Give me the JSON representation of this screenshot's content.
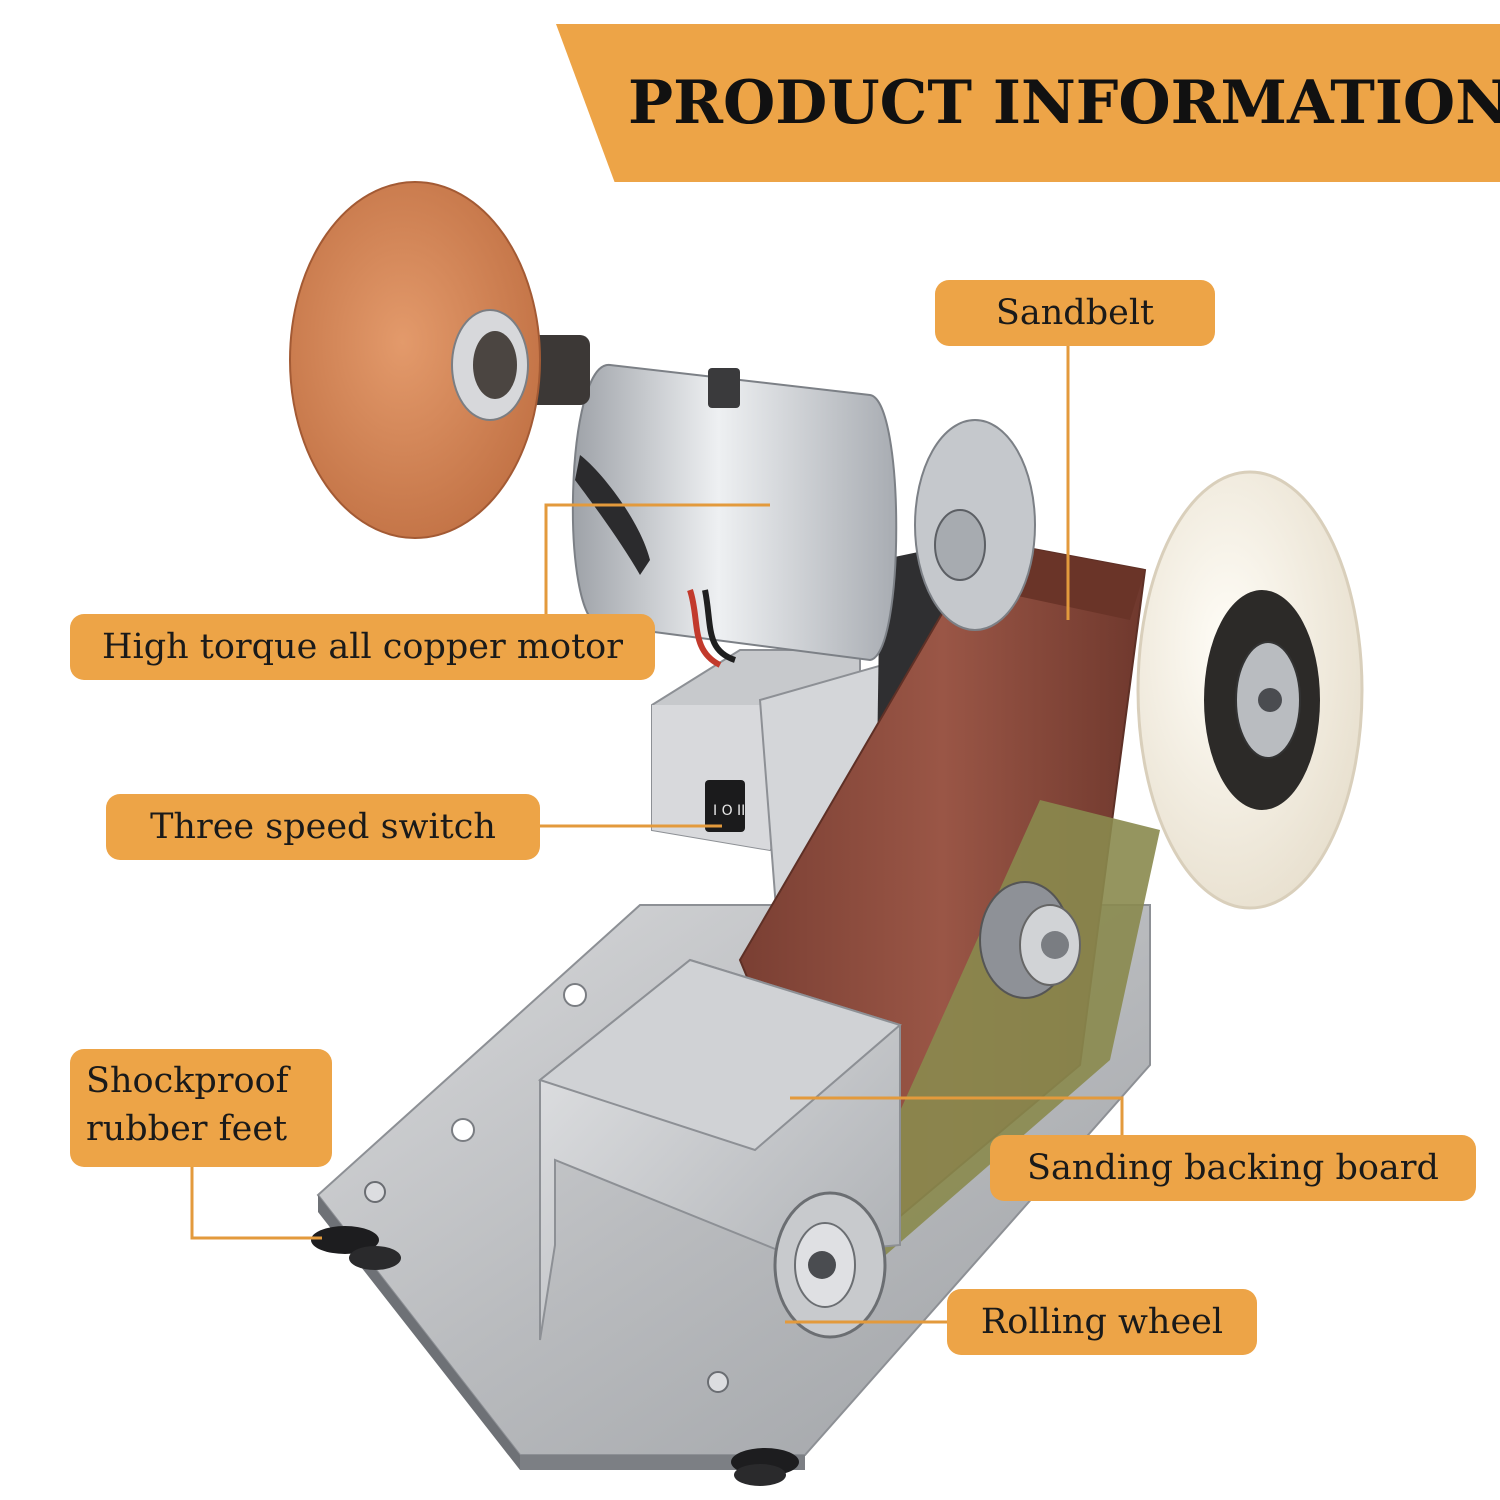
{
  "banner": {
    "title": "PRODUCT INFORMATION",
    "color": "#eda447"
  },
  "labels": {
    "sandbelt": "Sandbelt",
    "motor": "High torque all copper motor",
    "switch": "Three speed switch",
    "feet_line1": "Shockproof",
    "feet_line2": "rubber feet",
    "backing_board": "Sanding backing board",
    "rolling_wheel": "Rolling wheel"
  },
  "colors": {
    "label_bg": "#eda447",
    "leader_line": "#e39a3c",
    "grinding_wheel": "#d98b5c",
    "sanding_belt": "#8a4a3c",
    "wool_wheel": "#f4efe6",
    "metal": "#c9cacc"
  }
}
